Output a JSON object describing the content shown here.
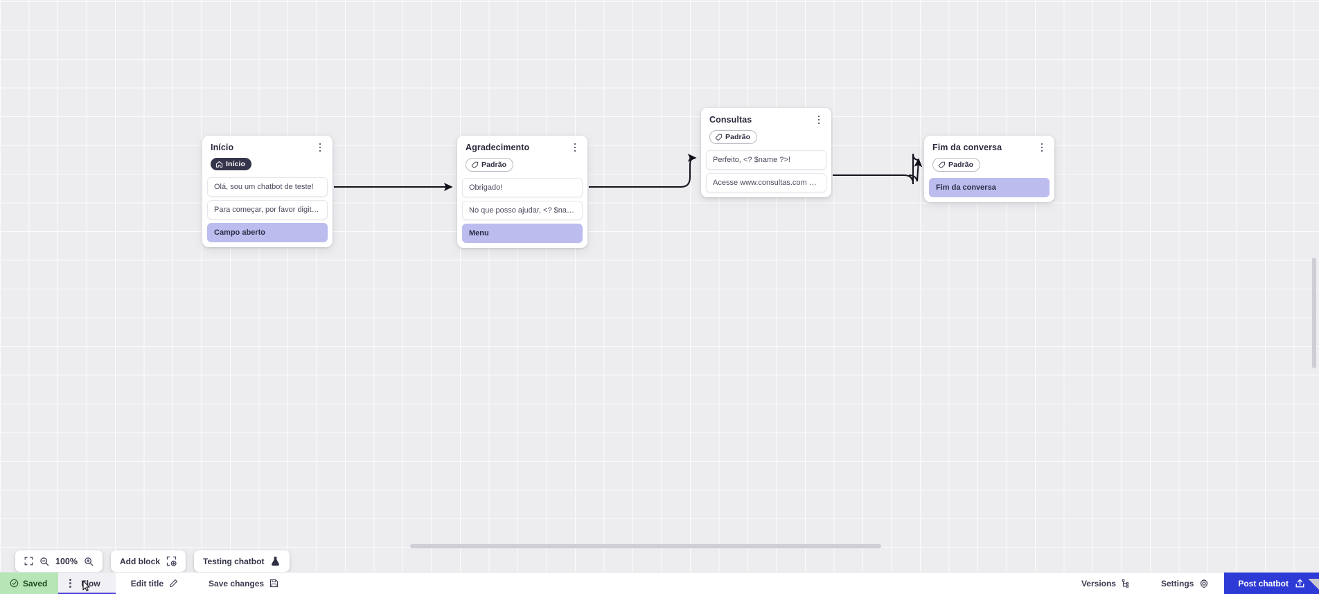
{
  "canvas": {
    "zoom_level": "100%",
    "nodes": [
      {
        "id": "inicio",
        "title": "Início",
        "badge": {
          "label": "Início",
          "icon": "home-icon",
          "style": "dark"
        },
        "rows": [
          {
            "text": "Olá, sou um chatbot de teste!",
            "type": "message"
          },
          {
            "text": "Para começar, por favor digite o ...",
            "type": "message"
          },
          {
            "text": "Campo aberto",
            "type": "action"
          }
        ]
      },
      {
        "id": "agradecimento",
        "title": "Agradecimento",
        "badge": {
          "label": "Padrão",
          "icon": "tag-icon",
          "style": "outline"
        },
        "rows": [
          {
            "text": "Obrigado!",
            "type": "message"
          },
          {
            "text": "No que posso ajudar, <? $name ...",
            "type": "message"
          },
          {
            "text": "Menu",
            "type": "action"
          }
        ]
      },
      {
        "id": "consulta",
        "title": "Consultas",
        "badge": {
          "label": "Padrão",
          "icon": "tag-icon",
          "style": "outline"
        },
        "rows": [
          {
            "text": "Perfeito, <? $name ?>!",
            "type": "message"
          },
          {
            "text": "Acesse www.consultas.com par...",
            "type": "message"
          }
        ]
      },
      {
        "id": "fim",
        "title": "Fim da conversa",
        "badge": {
          "label": "Padrão",
          "icon": "tag-icon",
          "style": "outline"
        },
        "rows": [
          {
            "text": "Fim da conversa",
            "type": "action"
          }
        ]
      }
    ]
  },
  "toolbar": {
    "fit_icon": "fit-screen-icon",
    "zoom_out_icon": "zoom-out-icon",
    "zoom_in_icon": "zoom-in-icon",
    "zoom_level": "100%",
    "add_block_label": "Add block",
    "add_block_icon": "add-block-icon",
    "testing_label": "Testing chatbot",
    "testing_icon": "flask-icon"
  },
  "statusbar": {
    "saved_label": "Saved",
    "saved_icon": "check-circle-icon",
    "flow_tab_label": "Flow",
    "edit_title_label": "Edit title",
    "edit_title_icon": "pencil-icon",
    "save_changes_label": "Save changes",
    "save_changes_icon": "floppy-icon",
    "versions_label": "Versions",
    "versions_icon": "branch-icon",
    "settings_label": "Settings",
    "settings_icon": "gear-icon",
    "post_label": "Post chatbot",
    "post_icon": "upload-icon"
  },
  "colors": {
    "accent": "#2e3ad6",
    "saved_bg": "#b7e5b5",
    "action_row": "#bcbdee",
    "badge_dark": "#34344a",
    "tab_underline": "#4a3fd4"
  }
}
